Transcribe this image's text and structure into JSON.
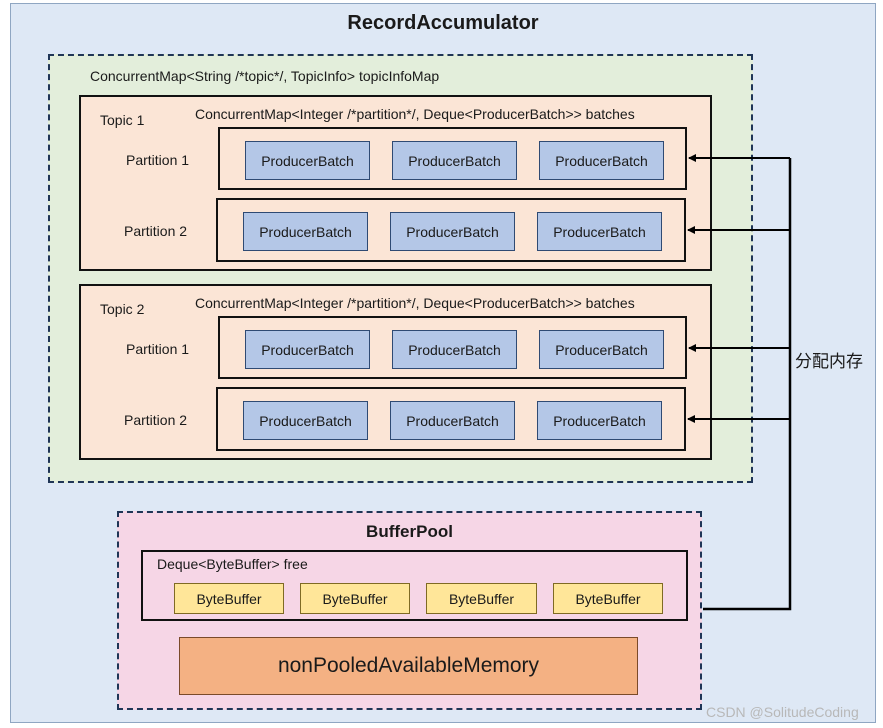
{
  "title": "RecordAccumulator",
  "topic_info_map_label": "ConcurrentMap<String /*topic*/, TopicInfo> topicInfoMap",
  "topics": [
    {
      "label": "Topic 1",
      "batches_label": "ConcurrentMap<Integer /*partition*/, Deque<ProducerBatch>> batches",
      "partitions": [
        {
          "label": "Partition 1",
          "batches": [
            "ProducerBatch",
            "ProducerBatch",
            "ProducerBatch"
          ]
        },
        {
          "label": "Partition 2",
          "batches": [
            "ProducerBatch",
            "ProducerBatch",
            "ProducerBatch"
          ]
        }
      ]
    },
    {
      "label": "Topic 2",
      "batches_label": "ConcurrentMap<Integer /*partition*/, Deque<ProducerBatch>> batches",
      "partitions": [
        {
          "label": "Partition 1",
          "batches": [
            "ProducerBatch",
            "ProducerBatch",
            "ProducerBatch"
          ]
        },
        {
          "label": "Partition 2",
          "batches": [
            "ProducerBatch",
            "ProducerBatch",
            "ProducerBatch"
          ]
        }
      ]
    }
  ],
  "buffer_pool": {
    "title": "BufferPool",
    "free_label": "Deque<ByteBuffer> free",
    "byte_buffers": [
      "ByteBuffer",
      "ByteBuffer",
      "ByteBuffer",
      "ByteBuffer"
    ],
    "non_pooled_label": "nonPooledAvailableMemory"
  },
  "allocate_label": "分配内存",
  "watermark": "CSDN @SolitudeCoding"
}
